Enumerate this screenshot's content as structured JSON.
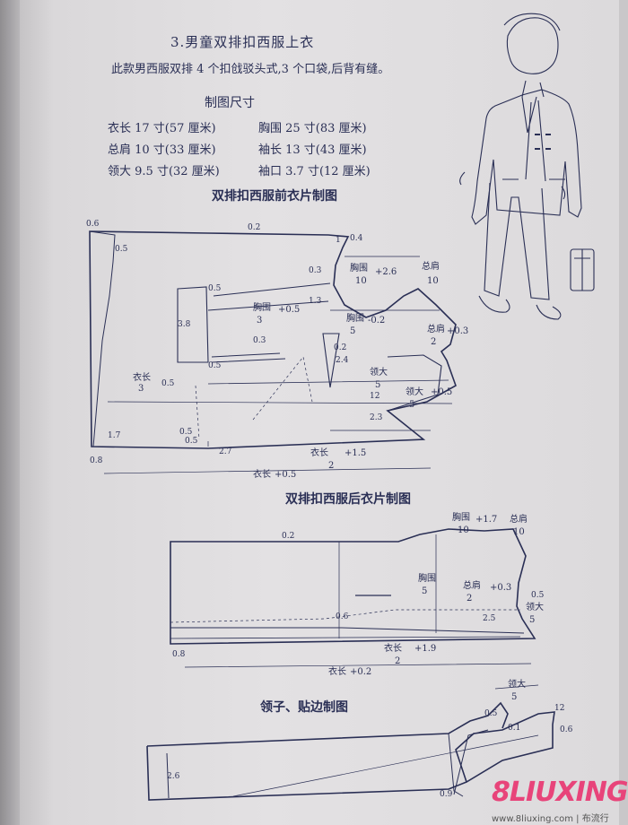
{
  "heading": {
    "title": "3.男童双排扣西服上衣",
    "description": "此款男西服双排 4 个扣戗驳头式,3 个口袋,后背有缝。"
  },
  "size_table": {
    "title": "制图尺寸",
    "rows": [
      [
        "衣长 17 寸(57 厘米)",
        "胸围 25 寸(83 厘米)"
      ],
      [
        "总肩 10 寸(33 厘米)",
        "袖长 13 寸(43 厘米)"
      ],
      [
        "领大 9.5 寸(32 厘米)",
        "袖口 3.7 寸(12 厘米)"
      ]
    ]
  },
  "front_draft": {
    "title": "双排扣西服前衣片制图",
    "labels": [
      "0.6",
      "0.5",
      "0.2",
      "1",
      "0.4",
      "胸围",
      "10",
      "+2.6",
      "总肩",
      "10",
      "0.3",
      "胸围",
      "3",
      "+0.5",
      "1.3",
      "胸围",
      "5",
      "-0.2",
      "总肩",
      "2",
      "+0.3",
      "0.5",
      "3.8",
      "0.5",
      "0.3",
      "0.2",
      "2.4",
      "领大",
      "5",
      "领大",
      "5",
      "+0.5",
      "衣长",
      "3",
      "0.5",
      "2.3",
      "12",
      "0.5",
      "2.7",
      "衣长",
      "2",
      "+1.5",
      "0.8",
      "衣长",
      "+0.5",
      "1.7",
      "0.5"
    ]
  },
  "back_draft": {
    "title": "双排扣西服后衣片制图",
    "labels": [
      "0.2",
      "胸围",
      "10",
      "+1.7",
      "总肩",
      "10",
      "胸围",
      "5",
      "总肩",
      "2",
      "+0.3",
      "0.5",
      "领大",
      "5",
      "0.6",
      "2.5",
      "衣长",
      "2",
      "+1.9",
      "0.8",
      "衣长",
      "+0.2"
    ]
  },
  "collar_draft": {
    "title": "领子、贴边制图",
    "labels": [
      "领大",
      "5",
      "0.5",
      "12",
      "0.1",
      "0.6",
      "2.6",
      "0.9"
    ]
  },
  "watermark": {
    "logo": "8LIUXING",
    "url": "www.8liuxing.com | 布流行"
  },
  "colors": {
    "ink": "#2a2f55",
    "paper": "#e0dee0",
    "watermark": "#e8447a"
  }
}
